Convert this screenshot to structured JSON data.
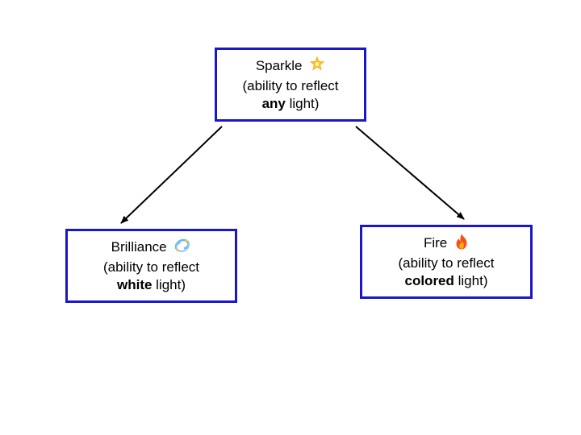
{
  "nodes": {
    "sparkle": {
      "title": "Sparkle",
      "icon": "glowing-star-icon",
      "line2": "(ability to reflect",
      "bold": "any",
      "rest": " light)"
    },
    "brilliance": {
      "title": "Brilliance",
      "icon": "dizzy-swirl-icon",
      "line2": "(ability to reflect",
      "bold": "white",
      "rest": " light)"
    },
    "fire": {
      "title": "Fire",
      "icon": "fire-icon",
      "line2": "(ability to reflect",
      "bold": "colored",
      "rest": " light)"
    }
  },
  "edges": [
    {
      "from": "sparkle",
      "to": "brilliance"
    },
    {
      "from": "sparkle",
      "to": "fire"
    }
  ],
  "colors": {
    "box_border": "#1a17c8",
    "arrow": "#000000"
  }
}
